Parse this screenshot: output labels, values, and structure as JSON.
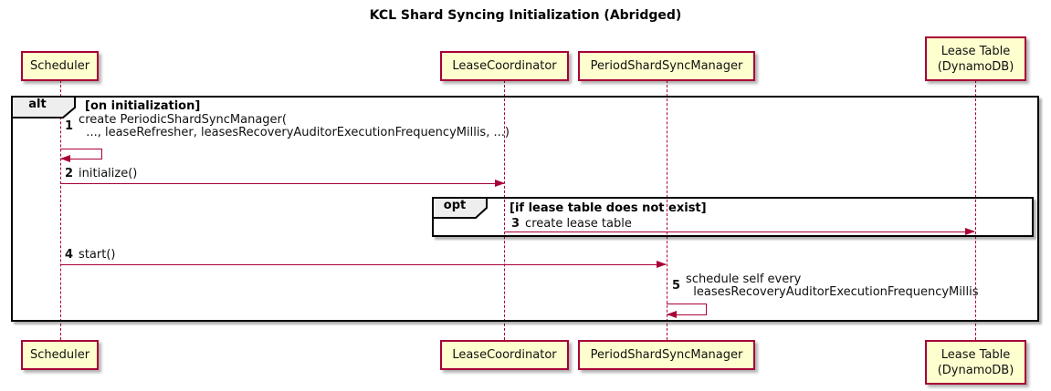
{
  "title": "KCL Shard Syncing Initialization (Abridged)",
  "participants": {
    "scheduler": {
      "label": "Scheduler"
    },
    "lease_coordinator": {
      "label": "LeaseCoordinator"
    },
    "period_shard_sync_manager": {
      "label": "PeriodShardSyncManager"
    },
    "lease_table": {
      "label": "Lease Table\n(DynamoDB)"
    }
  },
  "frames": {
    "alt": {
      "operator": "alt",
      "guard": "[on initialization]"
    },
    "opt": {
      "operator": "opt",
      "guard": "[if lease table does not exist]"
    }
  },
  "messages": {
    "create_manager": {
      "seq": "1",
      "label": "create PeriodicShardSyncManager(\n  ..., leaseRefresher, leasesRecoveryAuditorExecutionFrequencyMillis, ...)"
    },
    "initialize": {
      "seq": "2",
      "label": "initialize()"
    },
    "create_lease_table": {
      "seq": "3",
      "label": "create lease table"
    },
    "start": {
      "seq": "4",
      "label": "start()"
    },
    "schedule_self": {
      "seq": "5",
      "label": "schedule self every\n  leasesRecoveryAuditorExecutionFrequencyMillis"
    }
  },
  "colors": {
    "background": "#FFFFFF",
    "participant_fill": "#FEFECE",
    "accent": "#A80036",
    "frame_border": "#000000",
    "operator_fill": "#EEEEEE",
    "text": "#0F0F0F"
  }
}
